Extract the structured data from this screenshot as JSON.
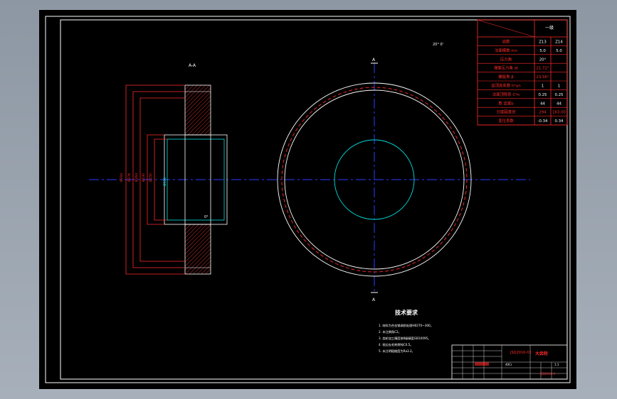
{
  "view": {
    "background_color": "#000000",
    "accent_colors": {
      "frame": "#ffffff",
      "dimension": "#ff2a2a",
      "centerline": "#2a3cff",
      "bore": "#00e0e0",
      "text": "#ffffff"
    }
  },
  "section_view": {
    "label": "A-A",
    "dimension_labels": [
      "Ø294",
      "Ø276",
      "Ø264",
      "Ø230",
      "Ø150"
    ],
    "bore_label": "Ø150",
    "angle_note": "0°"
  },
  "front_view": {
    "cut_marker_top": "A",
    "cut_marker_bottom": "A",
    "angle_note": "20° 0'"
  },
  "gear_table": {
    "header_top": "一级",
    "rows": [
      {
        "label": "齿数",
        "v1": "Z13",
        "v2": "Z14"
      },
      {
        "label": "法面模数 mn",
        "v1": "5.0",
        "v2": "5.0"
      },
      {
        "label": "压力角",
        "v1": "20°",
        "v2": ""
      },
      {
        "label": "端面压力角 αt",
        "v1": "21.72°",
        "v2": ""
      },
      {
        "label": "螺旋角 β",
        "v1": "23.56°",
        "v2": ""
      },
      {
        "label": "齿顶高系数 h*an",
        "v1": "1",
        "v2": "1"
      },
      {
        "label": "法面顶隙系 C*n",
        "v1": "0.25",
        "v2": "0.25"
      },
      {
        "label": "数  齿宽b",
        "v1": "44",
        "v2": "44"
      },
      {
        "label": "分度圆直径",
        "v1": "294",
        "v2": "163.00"
      },
      {
        "label": "变位系数",
        "v1": "-0.34",
        "v2": "0.34"
      }
    ]
  },
  "tech_requirements": {
    "title": "技术要求",
    "items": [
      "1. 材料为合金钢调质处理HB270~300。",
      "2. 未注倒角C2。",
      "3. 齿轮加工精度按8级精度GB10095。",
      "4. 锐边去毛刺倒钝C0.5。",
      "5. 未注明粗糙度为Ra3.2。"
    ]
  },
  "title_block": {
    "name": "大齿轮",
    "drawing_no": "JSQ2016-03",
    "part_no": "JSQ2016-0",
    "material": "40Cr",
    "scale": "1:1"
  }
}
